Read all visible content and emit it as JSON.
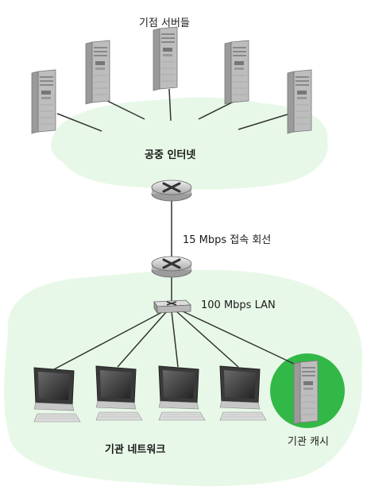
{
  "labels": {
    "origin_servers": "기점 서버들",
    "public_internet": "공중 인터넷",
    "access_link": "15 Mbps 접속 회선",
    "lan": "100 Mbps LAN",
    "institutional_network": "기관 네트워크",
    "institutional_cache": "기관 캐시"
  },
  "colors": {
    "cloud": "#e8f8e8",
    "cache_highlight": "#32b847",
    "server_body": "#e2e2e2",
    "router_body": "#d6d6d6",
    "monitor_screen": "#2f2f2f"
  },
  "icons": {
    "server": "server-tower-icon",
    "router": "router-icon",
    "switch": "switch-icon",
    "pc": "desktop-pc-icon"
  }
}
